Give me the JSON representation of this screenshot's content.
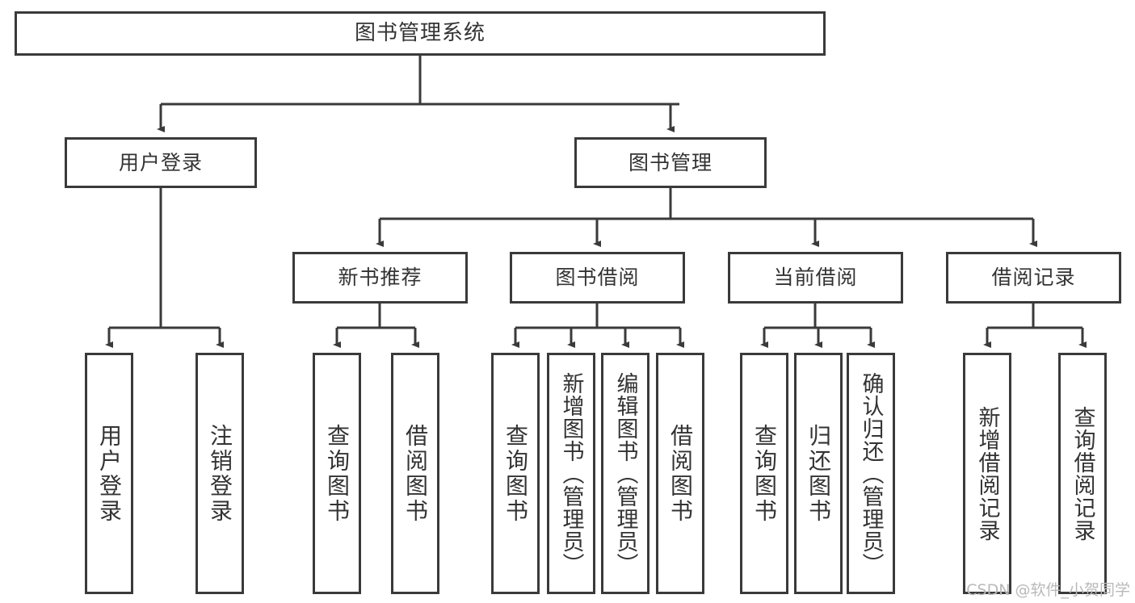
{
  "diagram": {
    "title": "图书管理系统",
    "type": "tree-hierarchy-chart",
    "watermark": "CSDN @软件_小贺同学",
    "colors": {
      "stroke": "#3a3a3a",
      "text": "#333333",
      "background": "#ffffff",
      "watermark": "#b9b9b9"
    },
    "nodes": {
      "root": {
        "label": "图书管理系统"
      },
      "level1": [
        {
          "label": "用户登录"
        },
        {
          "label": "图书管理"
        }
      ],
      "level2": [
        {
          "label": "新书推荐"
        },
        {
          "label": "图书借阅"
        },
        {
          "label": "当前借阅"
        },
        {
          "label": "借阅记录"
        }
      ],
      "leaves": [
        {
          "label": "用户登录"
        },
        {
          "label": "注销登录"
        },
        {
          "label": "查询图书"
        },
        {
          "label": "借阅图书"
        },
        {
          "label": "查询图书"
        },
        {
          "label": "新增图书（管理员）"
        },
        {
          "label": "编辑图书（管理员）"
        },
        {
          "label": "借阅图书"
        },
        {
          "label": "查询图书"
        },
        {
          "label": "归还图书"
        },
        {
          "label": "确认归还（管理员）"
        },
        {
          "label": "新增借阅记录"
        },
        {
          "label": "查询借阅记录"
        }
      ]
    }
  }
}
